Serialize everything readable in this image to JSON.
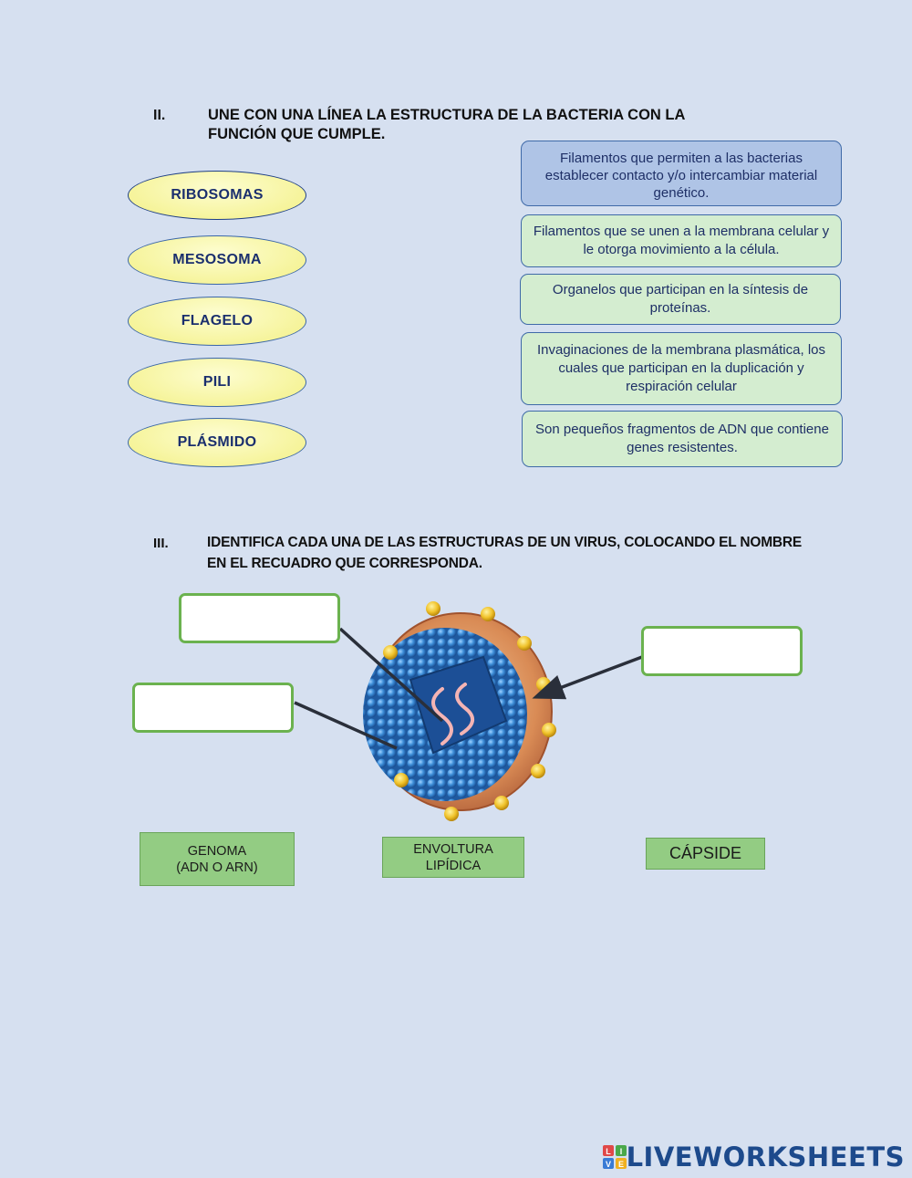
{
  "section2": {
    "number": "II.",
    "title_line1": "UNE CON UNA LÍNEA LA ESTRUCTURA DE LA BACTERIA CON LA",
    "title_line2": "FUNCIÓN QUE CUMPLE.",
    "structures": [
      "RIBOSOMAS",
      "MESOSOMA",
      "FLAGELO",
      "PILI",
      "PLÁSMIDO"
    ],
    "functions": [
      "Filamentos que permiten a las bacterias establecer contacto y/o intercambiar material genético.",
      "Filamentos que se unen a la membrana celular y le otorga movimiento a la célula.",
      "Organelos que participan en la síntesis de proteínas.",
      "Invaginaciones de la membrana plasmática, los cuales que participan en la duplicación y respiración celular",
      "Son pequeños fragmentos de ADN que contiene genes resistentes."
    ]
  },
  "section3": {
    "number": "III.",
    "title_line1": "IDENTIFICA CADA UNA DE LAS ESTRUCTURAS DE UN VIRUS, COLOCANDO EL NOMBRE",
    "title_line2": "EN EL  RECUADRO QUE CORRESPONDA.",
    "labels": {
      "genome_line1": "GENOMA",
      "genome_line2": "(ADN O ARN)",
      "envelope_line1": "ENVOLTURA",
      "envelope_line2": "LIPÍDICA",
      "capsid": "CÁPSIDE"
    }
  },
  "brand": {
    "text": "LIVEWORKSHEETS",
    "icon_letters": [
      "L",
      "I",
      "V",
      "E"
    ]
  }
}
